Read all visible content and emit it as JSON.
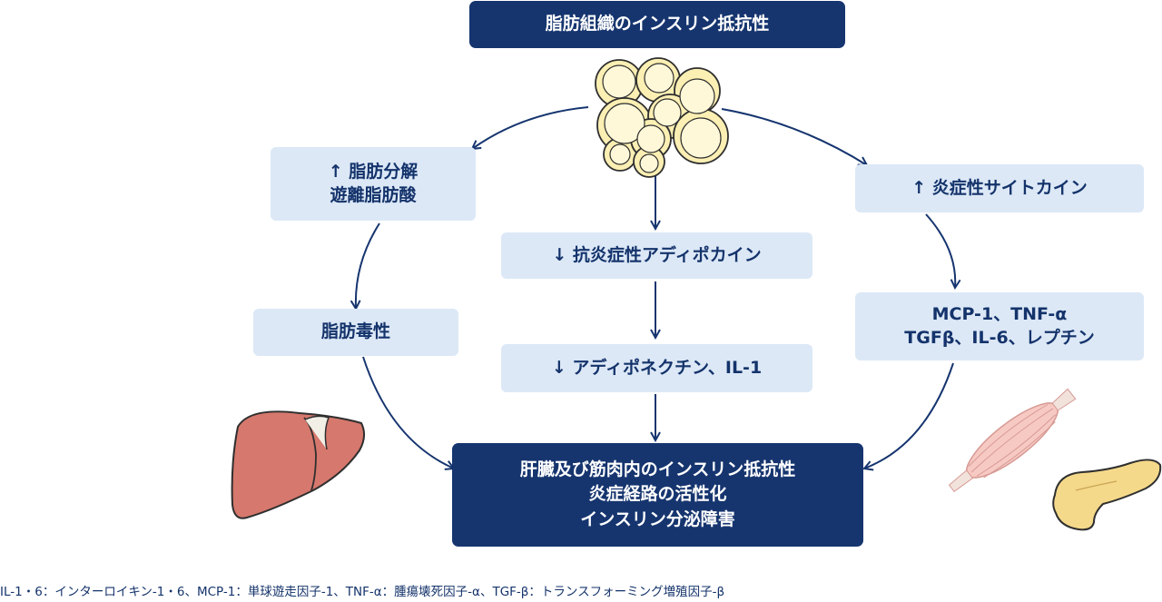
{
  "top_box": {
    "label": "脂肪組織のインスリン抵抗性"
  },
  "left_box": {
    "line1": "↑ 脂肪分解",
    "line2": "遊離脂肪酸"
  },
  "center_box_1": {
    "label": "↓ 抗炎症性アディポカイン"
  },
  "right_box_1": {
    "label": "↑ 炎症性サイトカイン"
  },
  "left_box_2": {
    "label": "脂肪毒性"
  },
  "center_box_2": {
    "label": "↓ アディポネクチン、IL-1"
  },
  "right_box_2": {
    "line1": "MCP-1、TNF-α",
    "line2": "TGFβ、IL-6、レプチン"
  },
  "bottom_box": {
    "line1": "肝臓及び筋肉内のインスリン抵抗性",
    "line2": "炎症経路の活性化",
    "line3": "インスリン分泌障害"
  },
  "footnote": "IL-1・6：インターロイキン-1・6、MCP-1：単球遊走因子-1、TNF-α：腫瘍壊死因子-α、TGF-β：トランスフォーミング増殖因子-β",
  "colors": {
    "navy": "#16356f",
    "light_blue": "#dce8f6",
    "fat_cell": "#fbefb3",
    "liver": "#d6786d",
    "muscle": "#f7c9c3",
    "pancreas": "#f5d98a"
  },
  "icons": [
    "adipose-tissue-icon",
    "liver-icon",
    "muscle-icon",
    "pancreas-icon"
  ]
}
